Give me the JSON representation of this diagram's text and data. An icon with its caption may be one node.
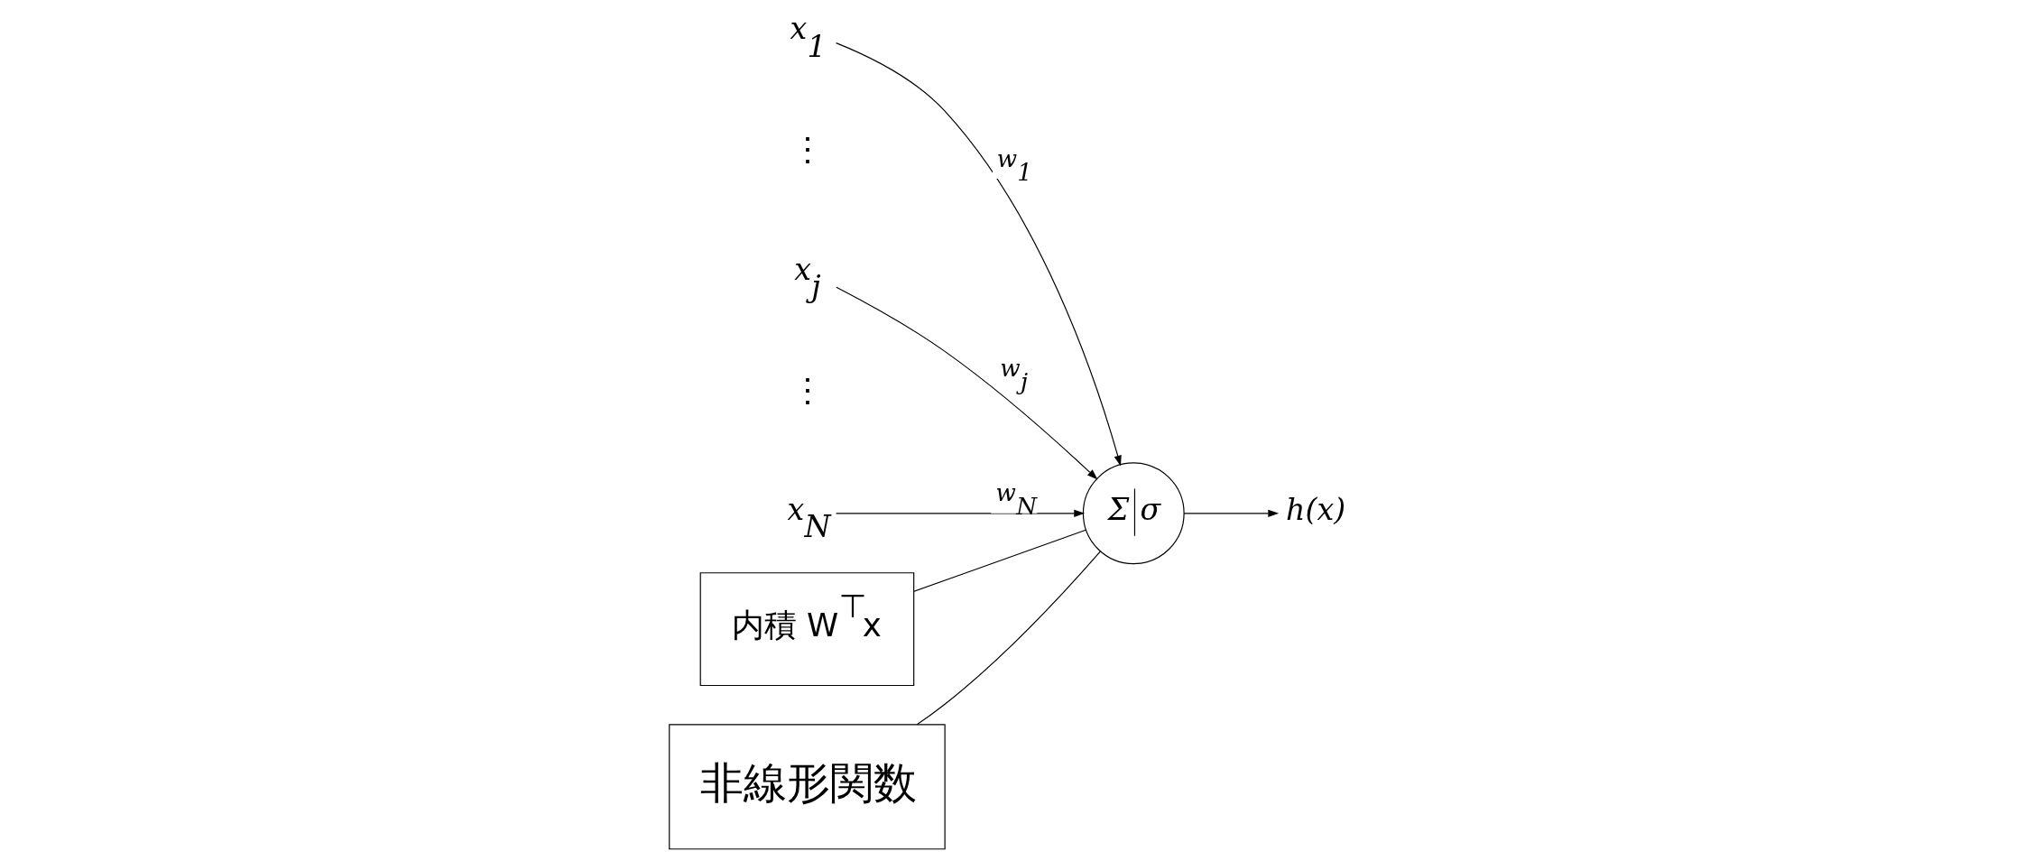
{
  "diagram": {
    "nodes": [
      {
        "text": [
          "x$_{1}$"
        ]
      },
      {
        "text": [
          "x$_{j}$"
        ]
      },
      {
        "text": [
          "x$_{N}$"
        ]
      },
      {
        "text": [
          "Σ",
          "σ"
        ]
      },
      {
        "text": [
          "h(x)"
        ]
      },
      {
        "text": [
          "内積 W$^{⊤}$x"
        ]
      },
      {
        "text": [
          "非線形関数"
        ]
      }
    ],
    "edges": [
      {
        "from": 0,
        "to": 3,
        "arrow": "to",
        "label": "w$_{1}$"
      },
      {
        "from": 1,
        "to": 3,
        "arrow": "to",
        "label": "w$_{j}$"
      },
      {
        "from": 2,
        "to": 3,
        "arrow": "to",
        "label": "w$_{N}$"
      },
      {
        "from": 3,
        "to": 4,
        "arrow": "to"
      },
      {
        "from": 5,
        "to": 3,
        "arrow": "none"
      },
      {
        "from": 6,
        "to": 3,
        "arrow": "none"
      }
    ],
    "labels": [
      "⋮",
      "⋮"
    ]
  }
}
